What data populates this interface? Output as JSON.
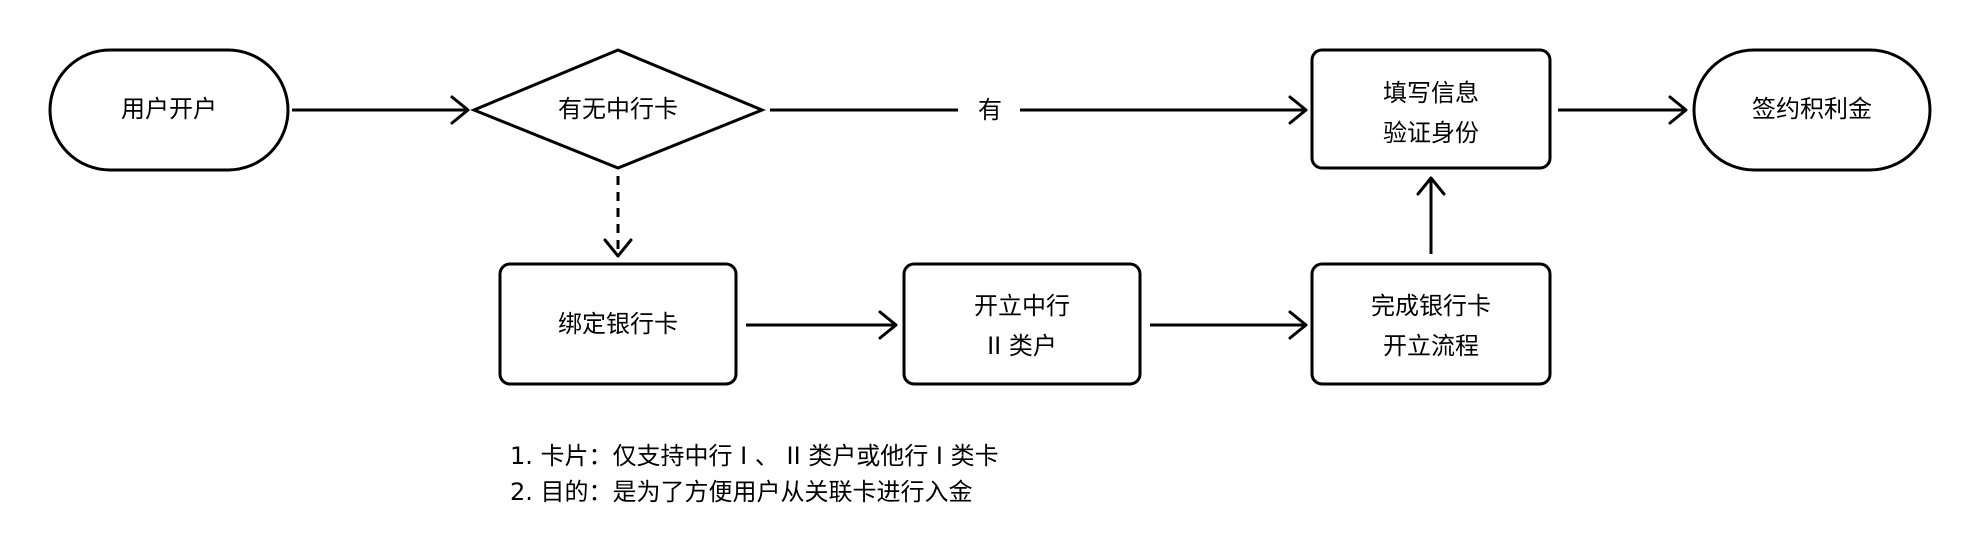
{
  "nodes": {
    "start": "用户开户",
    "decision": "有无中行卡",
    "fill_info": [
      "填写信息",
      "验证身份"
    ],
    "sign": "签约积利金",
    "bind_card": "绑定银行卡",
    "open_account": [
      "开立中行",
      "II 类户"
    ],
    "complete": [
      "完成银行卡",
      "开立流程"
    ]
  },
  "edges": {
    "yes_label": "有"
  },
  "notes": [
    "1. 卡片：仅支持中行 I 、 II 类户或他行 I 类卡",
    "2. 目的：是为了方便用户从关联卡进行入金"
  ]
}
